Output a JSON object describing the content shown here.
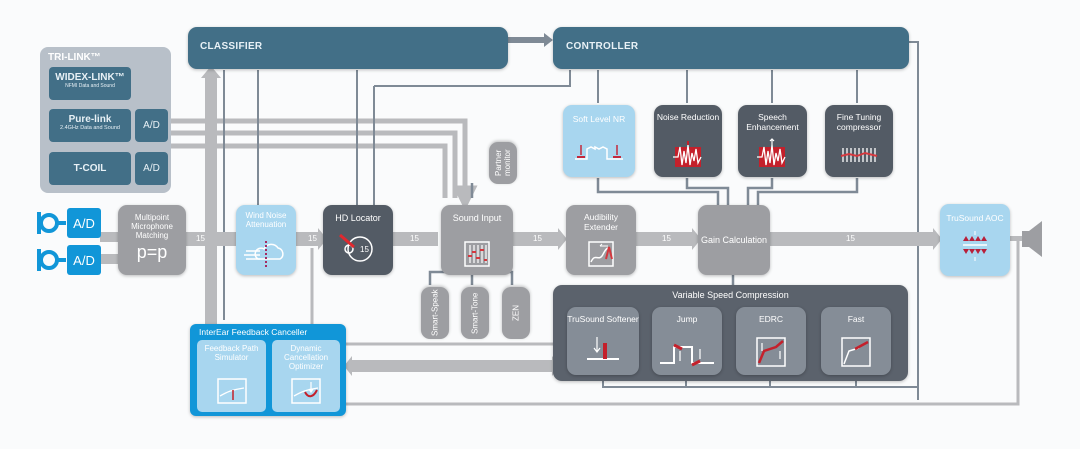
{
  "tri_link": {
    "title": "TRI-LINK™",
    "widex_link": {
      "title": "WIDEX-LINK™",
      "subtitle": "NFMI Data and Sound"
    },
    "pure_link": {
      "title": "Pure-link",
      "subtitle": "2.4GHz Data and Sound",
      "converter": "A/D"
    },
    "t_coil": {
      "title": "T-COIL",
      "converter": "A/D"
    }
  },
  "microphones": [
    {
      "icon": "microphone-icon",
      "converter": "A/D"
    },
    {
      "icon": "microphone-icon",
      "converter": "A/D"
    }
  ],
  "classifier": {
    "title": "CLASSIFIER"
  },
  "controller": {
    "title": "CONTROLLER"
  },
  "blocks": {
    "multipoint": {
      "title": "Multipoint Microphone Matching",
      "symbol": "p=p"
    },
    "wind_noise": {
      "title": "Wind Noise Attenuation"
    },
    "hd_locator": {
      "title": "HD Locator",
      "icon_text": "15"
    },
    "sound_input": {
      "title": "Sound Input"
    },
    "partner_monitor": {
      "title": "Partner monitor"
    },
    "smart_speak": {
      "title": "Smart-Speak"
    },
    "smart_tone": {
      "title": "Smart-Tone"
    },
    "zen": {
      "title": "ZEN"
    },
    "audibility": {
      "title": "Audibility Extender"
    },
    "gain": {
      "title": "Gain Calculation"
    },
    "soft_level_nr": {
      "title": "Soft Level NR"
    },
    "noise_reduction": {
      "title": "Noise Reduction"
    },
    "speech_enhancement": {
      "title": "Speech Enhancement"
    },
    "fine_tuning": {
      "title": "Fine Tuning compressor"
    },
    "trusound_aoc": {
      "title": "TruSound AOC"
    }
  },
  "vsc": {
    "title": "Variable Speed Compression",
    "items": [
      {
        "title": "TruSound Softener"
      },
      {
        "title": "Jump"
      },
      {
        "title": "EDRC"
      },
      {
        "title": "Fast"
      }
    ],
    "alert": "!"
  },
  "interear": {
    "title": "InterEar Feedback Canceller",
    "items": [
      {
        "title": "Feedback Path Simulator"
      },
      {
        "title": "Dynamic Cancellation Optimizer"
      }
    ]
  },
  "bus_labels": [
    "15",
    "15",
    "15",
    "15",
    "15",
    "15"
  ],
  "speaker": {
    "icon": "speaker-icon"
  }
}
